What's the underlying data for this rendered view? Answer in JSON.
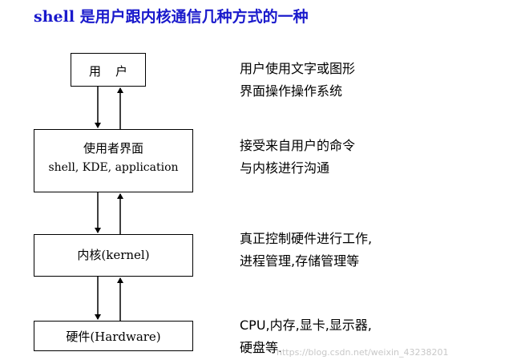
{
  "title": "shell 是用户跟内核通信几种方式的一种",
  "boxes": {
    "user": "用户",
    "ui": {
      "main": "使用者界面",
      "sub": "shell, KDE, application"
    },
    "kernel": "内核(kernel)",
    "hardware": "硬件(Hardware)"
  },
  "descriptions": {
    "user": [
      "用户使用文字或图形",
      "界面操作操作系统"
    ],
    "ui": [
      "接受来自用户的命令",
      "与内核进行沟通"
    ],
    "kernel": [
      "真正控制硬件进行工作,",
      "进程管理,存储管理等"
    ],
    "hardware": [
      "CPU,内存,显卡,显示器,",
      "硬盘等."
    ]
  },
  "watermark": "https://blog.csdn.net/weixin_43238201",
  "colors": {
    "title": "#1a1acc",
    "line": "#000000"
  }
}
